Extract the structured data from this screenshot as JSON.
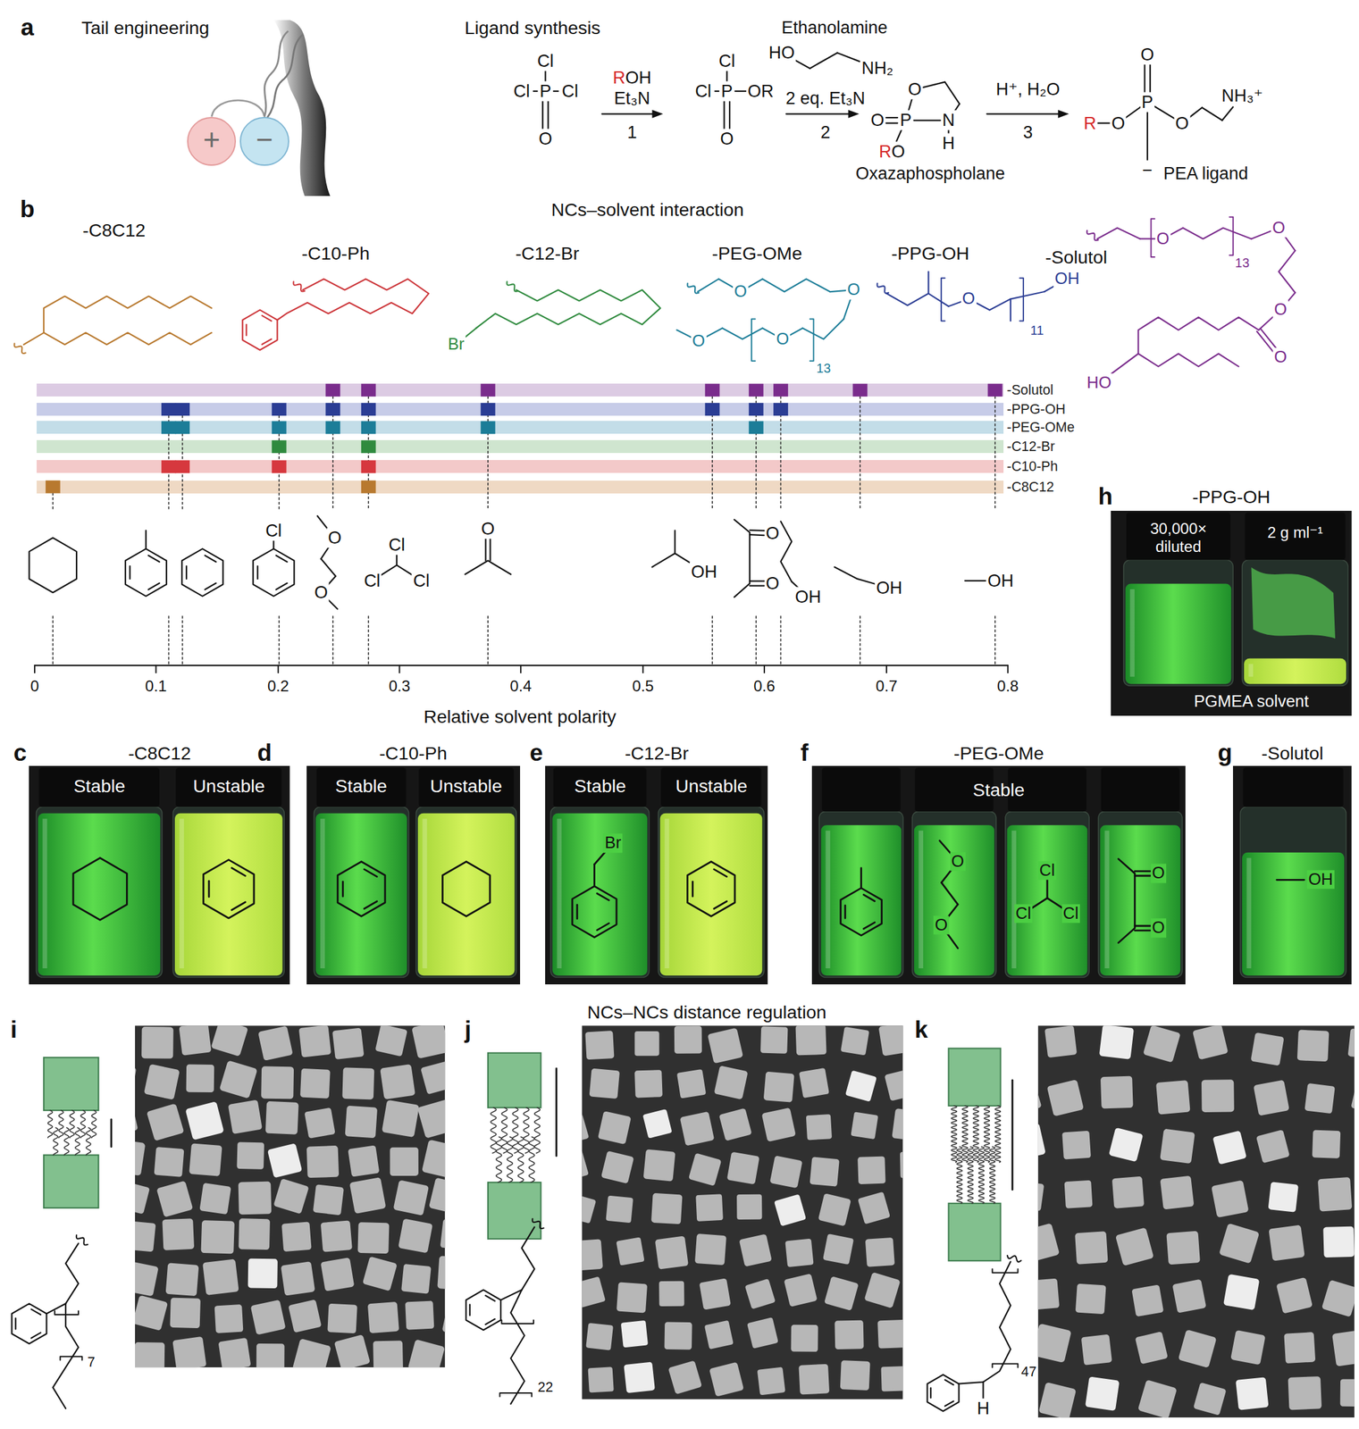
{
  "diagram": {
    "nodes": [
      {
        "text": [
          "+"
        ]
      },
      {
        "text": [
          "−"
        ]
      },
      {
        "text": [
          "-Solutol"
        ]
      },
      {
        "text": [
          "-PPG-OH"
        ]
      },
      {
        "text": [
          "-PEG-OMe"
        ]
      },
      {
        "text": [
          "-C12-Br"
        ]
      },
      {
        "text": [
          "-C10-Ph"
        ]
      },
      {
        "text": [
          "-C8C12"
        ]
      },
      {
        "text": [
          "30,000× diluted",
          "2 g ml⁻¹",
          "PGMEA solvent"
        ]
      },
      {
        "text": [
          "Stable",
          "Unstable"
        ]
      },
      {
        "text": [
          "Stable",
          "Unstable"
        ]
      },
      {
        "text": [
          "Stable",
          "Br",
          "Unstable"
        ]
      },
      {
        "text": [
          "Stable",
          "O",
          "O",
          "Cl",
          "Cl",
          "Cl",
          "O",
          "O"
        ]
      },
      {
        "text": [
          "OH"
        ]
      }
    ],
    "labels": [
      "a",
      "Tail engineering",
      "Ligand synthesis",
      "Cl",
      "Cl",
      "P",
      "Cl",
      "O",
      "ROH",
      "Et₃N",
      "1",
      "Cl",
      "Cl",
      "P",
      "OR",
      "O",
      "Ethanolamine",
      "HO",
      "NH₂",
      "2 eq. Et₃N",
      "2",
      "O",
      "O",
      "P",
      "N",
      "RO",
      "H",
      "Oxazaphospholane",
      "H⁺, H₂O",
      "3",
      "O",
      "R",
      "O",
      "P",
      "O",
      "NH₃⁺",
      "−",
      "PEA ligand",
      "b",
      "NCs–solvent interaction",
      "-C8C12",
      "-C10-Ph",
      "-C12-Br",
      "-PEG-OMe",
      "-PPG-OH",
      "-Solutol",
      "Br",
      "O",
      "O",
      "O",
      "O",
      "13",
      "O",
      "11",
      "OH",
      "O",
      "13",
      "O",
      "O",
      "O",
      "HO",
      "Cl",
      "O",
      "O",
      "Cl",
      "Cl",
      "Cl",
      "O",
      "OH",
      "O",
      "O",
      "OH",
      "OH",
      "OH",
      "0",
      "0.1",
      "0.2",
      "0.3",
      "0.4",
      "0.5",
      "0.6",
      "0.7",
      "0.8",
      "Relative solvent polarity",
      "h",
      "-PPG-OH",
      "c",
      "-C8C12",
      "d",
      "-C10-Ph",
      "e",
      "-C12-Br",
      "f",
      "-PEG-OMe",
      "g",
      "-Solutol",
      "i",
      "NCs–NCs distance regulation",
      "j",
      "k",
      "7",
      "22",
      "47",
      "H"
    ]
  }
}
